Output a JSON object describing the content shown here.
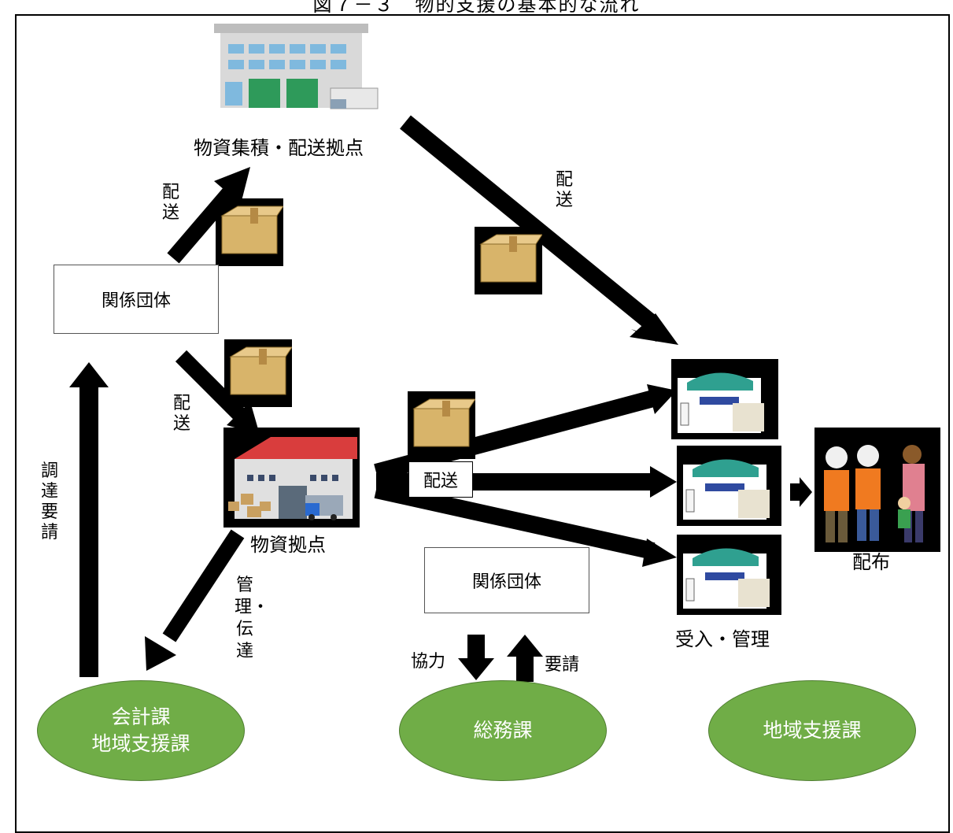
{
  "title": "図７－３　物的支援の基本的な流れ",
  "nodes": {
    "collection_base": "物資集積・配送拠点",
    "org_top": "関係団体",
    "org_bottom": "関係団体",
    "supply_base": "物資拠点",
    "receive_manage": "受入・管理",
    "distribution": "配布",
    "accounting": "会計課",
    "regional_support": "地域支援課",
    "general_affairs": "総務課",
    "regional_support_right": "地域支援課"
  },
  "edges": {
    "delivery_top_left": "配送",
    "delivery_top_right": "配送",
    "delivery_mid": "配送",
    "delivery_shelters": "配送",
    "procurement_request": "調達要請",
    "manage_communicate": "管理・伝達",
    "cooperation": "協力",
    "request": "要請"
  }
}
